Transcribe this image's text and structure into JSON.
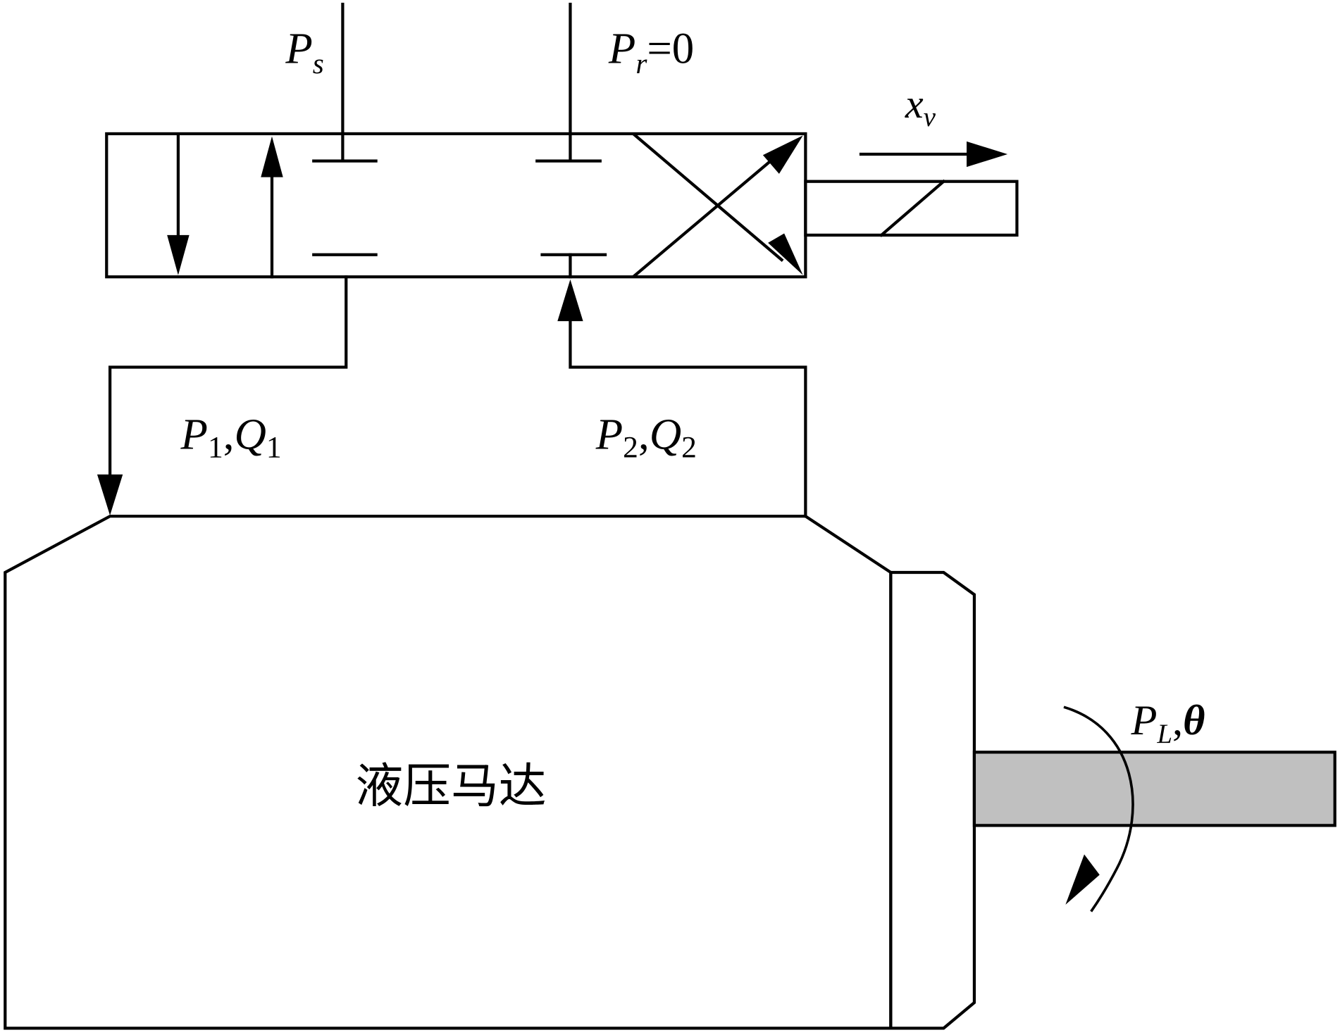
{
  "diagram": {
    "title": "Valve-controlled hydraulic motor schematic",
    "labels": {
      "supply_pressure": {
        "main": "P",
        "sub": "s"
      },
      "return_pressure": {
        "main": "P",
        "sub": "r",
        "suffix": "=0"
      },
      "spool_displacement": {
        "main": "x",
        "sub": "v"
      },
      "chamber1": {
        "p": "P",
        "p_sub": "1",
        "sep": ",",
        "q": "Q",
        "q_sub": "1"
      },
      "chamber2": {
        "p": "P",
        "p_sub": "2",
        "sep": ",",
        "q": "Q",
        "q_sub": "2"
      },
      "load": {
        "main": "P",
        "sub": "L",
        "sep": ",",
        "angle": "θ"
      },
      "motor_name": "液压马达"
    },
    "colors": {
      "line": "#000000",
      "shaft_fill": "#c0c0c0",
      "background": "#ffffff"
    }
  }
}
